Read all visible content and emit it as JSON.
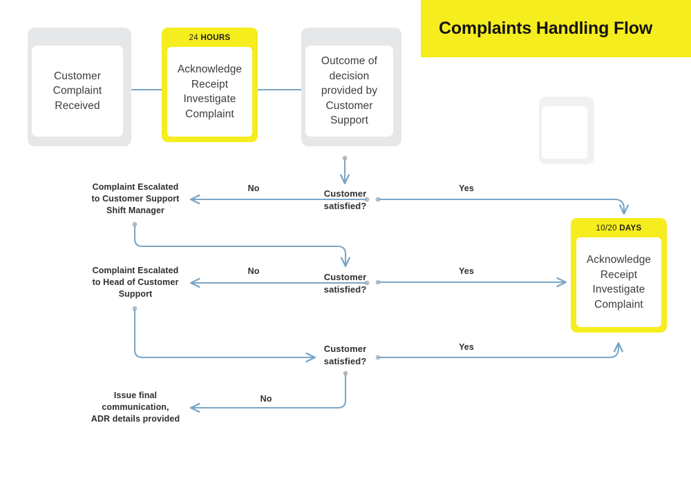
{
  "header": {
    "title": "Complaints Handling Flow",
    "banner_color": "#f6ed1e"
  },
  "theme": {
    "accent_yellow": "#f6ed1e",
    "connector_blue": "#7aa5c6",
    "card_backing_grey": "#e6e7e8",
    "text_dark": "#2f2f2f"
  },
  "nodes": {
    "customer_complaint": {
      "label": "Customer\nComplaint\nReceived"
    },
    "acknowledge_24h": {
      "tag_value": "24",
      "tag_unit": "HOURS",
      "label": "Acknowledge\nReceipt\nInvestigate\nComplaint"
    },
    "outcome_decision": {
      "label": "Outcome of\ndecision\nprovided by\nCustomer\nSupport"
    },
    "acknowledge_1020d": {
      "tag_value": "10/20",
      "tag_unit": "DAYS",
      "label": "Acknowledge\nReceipt\nInvestigate\nComplaint"
    },
    "ghost": {
      "label": ""
    }
  },
  "decisions": [
    {
      "id": "decision-1",
      "label": "Customer\nsatisfied?"
    },
    {
      "id": "decision-2",
      "label": "Customer\nsatisfied?"
    },
    {
      "id": "decision-3",
      "label": "Customer\nsatisfied?"
    }
  ],
  "outcomes": [
    {
      "id": "escalate-shift-manager",
      "label": "Complaint Escalated\nto Customer Support\nShift Manager"
    },
    {
      "id": "escalate-head-of-cs",
      "label": "Complaint Escalated\nto Head of Customer\nSupport"
    },
    {
      "id": "final-communication",
      "label": "Issue final\ncommunication,\nADR details provided"
    }
  ],
  "edge_labels": {
    "no_1": "No",
    "yes_1": "Yes",
    "no_2": "No",
    "yes_2": "Yes",
    "yes_3": "Yes",
    "no_3": "No"
  }
}
